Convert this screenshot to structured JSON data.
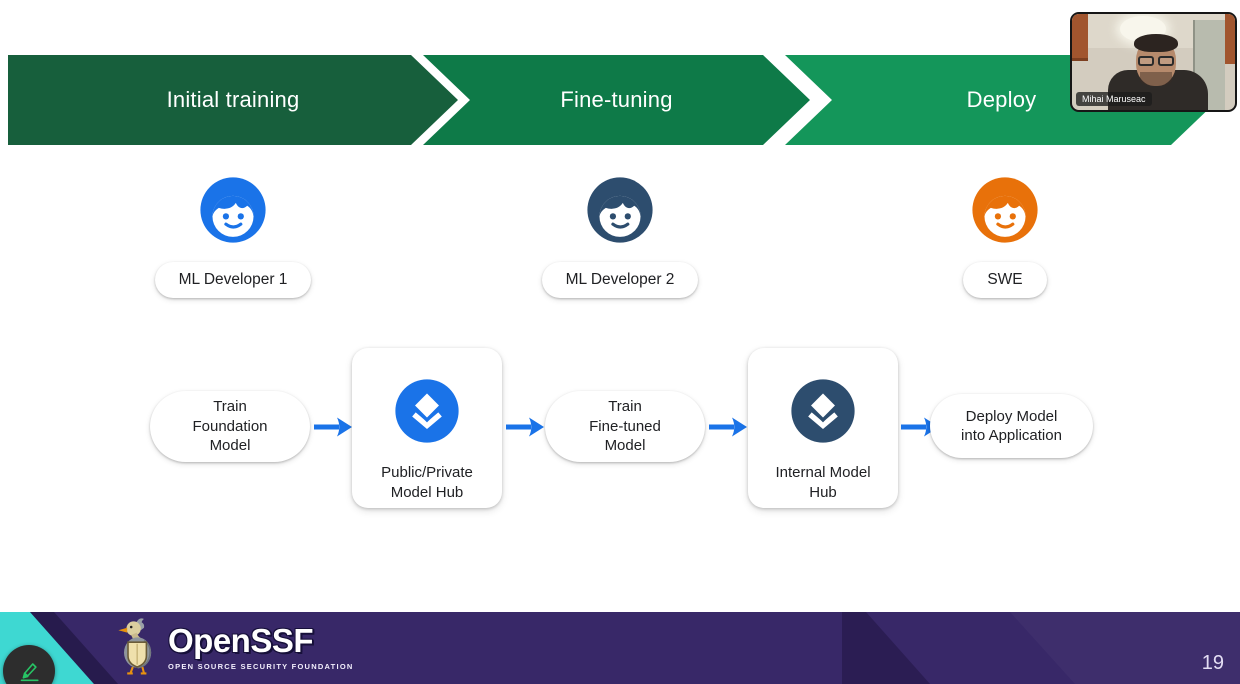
{
  "slide": {
    "stages": [
      {
        "label": "Initial training",
        "color": "#175f3c"
      },
      {
        "label": "Fine-tuning",
        "color": "#0e7a48"
      },
      {
        "label": "Deploy",
        "color": "#14965a"
      }
    ],
    "actors": [
      {
        "label": "ML Developer 1",
        "color": "#1a73e8",
        "icon": "person-face-icon"
      },
      {
        "label": "ML Developer 2",
        "color": "#2d4d6e",
        "icon": "person-face-icon"
      },
      {
        "label": "SWE",
        "color": "#e8710a",
        "icon": "person-face-icon"
      }
    ],
    "flow": {
      "arrow_color": "#1a73e8",
      "steps": [
        {
          "kind": "process",
          "lines": [
            "Train",
            "Foundation",
            "Model"
          ]
        },
        {
          "kind": "hub",
          "icon": "model-hub-layers-icon",
          "color": "#1a73e8",
          "lines": [
            "Public/Private",
            "Model Hub"
          ]
        },
        {
          "kind": "process",
          "lines": [
            "Train",
            "Fine-tuned",
            "Model"
          ]
        },
        {
          "kind": "hub",
          "icon": "model-hub-layers-icon",
          "color": "#2d4d6e",
          "lines": [
            "Internal Model",
            "Hub"
          ]
        },
        {
          "kind": "process",
          "lines": [
            "Deploy Model",
            "into Application"
          ]
        }
      ]
    }
  },
  "webcam": {
    "name": "Mihai Maruseac"
  },
  "footer": {
    "logo_title": "OpenSSF",
    "logo_subtitle": "OPEN SOURCE SECURITY FOUNDATION",
    "page_number": "19",
    "bar_color": "#382868",
    "accent_color": "#3ed8d2"
  },
  "tools": {
    "pencil_color": "#27c465"
  }
}
